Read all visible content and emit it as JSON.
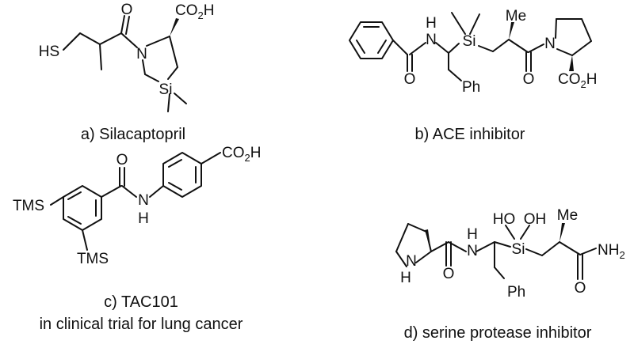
{
  "panels": {
    "a": {
      "caption": "a) Silacaptopril",
      "atoms": {
        "o": "O",
        "acid": "CO",
        "acid_sub": "2",
        "acid_h": "H",
        "hs": "HS",
        "n": "N",
        "si": "Si"
      }
    },
    "b": {
      "caption": "b) ACE inhibitor",
      "atoms": {
        "h": "H",
        "n": "N",
        "o_amide": "O",
        "si": "Si",
        "me": "Me",
        "n_pro": "N",
        "o_ketone": "O",
        "acid": "CO",
        "acid_sub": "2",
        "acid_h": "H",
        "ph": "Ph"
      }
    },
    "c": {
      "caption_line1": "c) TAC101",
      "caption_line2": "in clinical trial for lung cancer",
      "atoms": {
        "acid": "CO",
        "acid_sub": "2",
        "acid_h": "H",
        "o": "O",
        "tms_top": "TMS",
        "nh_n": "N",
        "nh_h": "H",
        "tms_bottom": "TMS"
      }
    },
    "d": {
      "caption": "d) serine protease inhibitor",
      "atoms": {
        "me": "Me",
        "ho": "HO",
        "oh": "OH",
        "h": "H",
        "n": "N",
        "si": "Si",
        "nh2": "NH",
        "nh2_sub": "2",
        "n_ring": "N",
        "n_ring_h": "H",
        "o_amide": "O",
        "o_terminal": "O",
        "ph": "Ph"
      }
    }
  }
}
